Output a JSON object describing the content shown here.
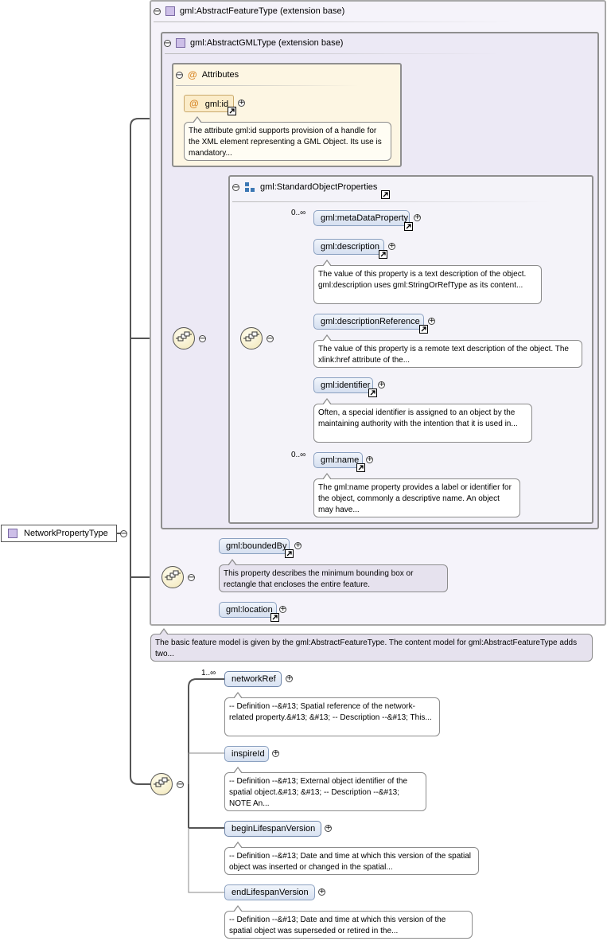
{
  "root": {
    "label": "NetworkPropertyType"
  },
  "feature_panel": {
    "title": "gml:AbstractFeatureType (extension base)",
    "doc": "The basic feature model is given by the gml:AbstractFeatureType. The content model for gml:AbstractFeatureType adds two..."
  },
  "gml_panel": {
    "title": "gml:AbstractGMLType (extension base)"
  },
  "attributes_panel": {
    "title": "Attributes",
    "attribute": {
      "label": "gml:id",
      "doc": "The attribute gml:id supports provision of a handle for the XML element representing a GML Object. Its use is mandatory..."
    }
  },
  "std_panel": {
    "title": "gml:StandardObjectProperties",
    "items": [
      {
        "label": "gml:metaDataProperty",
        "cardinality": "0..∞",
        "doc": ""
      },
      {
        "label": "gml:description",
        "cardinality": "",
        "doc": "The value of this property is a text description of the object. gml:description uses gml:StringOrRefType as its content..."
      },
      {
        "label": "gml:descriptionReference",
        "cardinality": "",
        "doc": "The value of this property is a remote text description of the object. The xlink:href attribute of the..."
      },
      {
        "label": "gml:identifier",
        "cardinality": "",
        "doc": "Often, a special identifier is assigned to an object by the maintaining authority with the intention that it is used in..."
      },
      {
        "label": "gml:name",
        "cardinality": "0..∞",
        "doc": "The gml:name property provides a label or identifier for the object, commonly a descriptive name. An object may have..."
      }
    ]
  },
  "feature_items": [
    {
      "label": "gml:boundedBy",
      "doc": "This property describes the minimum bounding box or rectangle that encloses the entire feature."
    },
    {
      "label": "gml:location",
      "doc": ""
    }
  ],
  "local_items": [
    {
      "label": "networkRef",
      "cardinality": "1..∞",
      "doc": "-- Definition --&#13; Spatial reference of the network-related property.&#13; &#13; -- Description --&#13; This..."
    },
    {
      "label": "inspireId",
      "cardinality": "",
      "doc": "-- Definition --&#13; External object identifier of the spatial object.&#13; &#13; -- Description --&#13; NOTE An..."
    },
    {
      "label": "beginLifespanVersion",
      "cardinality": "",
      "doc": "-- Definition --&#13; Date and time at which this version of the spatial object was inserted or changed in the spatial..."
    },
    {
      "label": "endLifespanVersion",
      "cardinality": "",
      "doc": "-- Definition --&#13; Date and time at which this version of the spatial object was superseded or retired in the..."
    }
  ],
  "colors": {
    "element_fill": "#d5dff0",
    "attribute_fill": "#fbecc9",
    "panel_fill": "#f5f3fa",
    "doc_fill": "#e6e2ee"
  }
}
